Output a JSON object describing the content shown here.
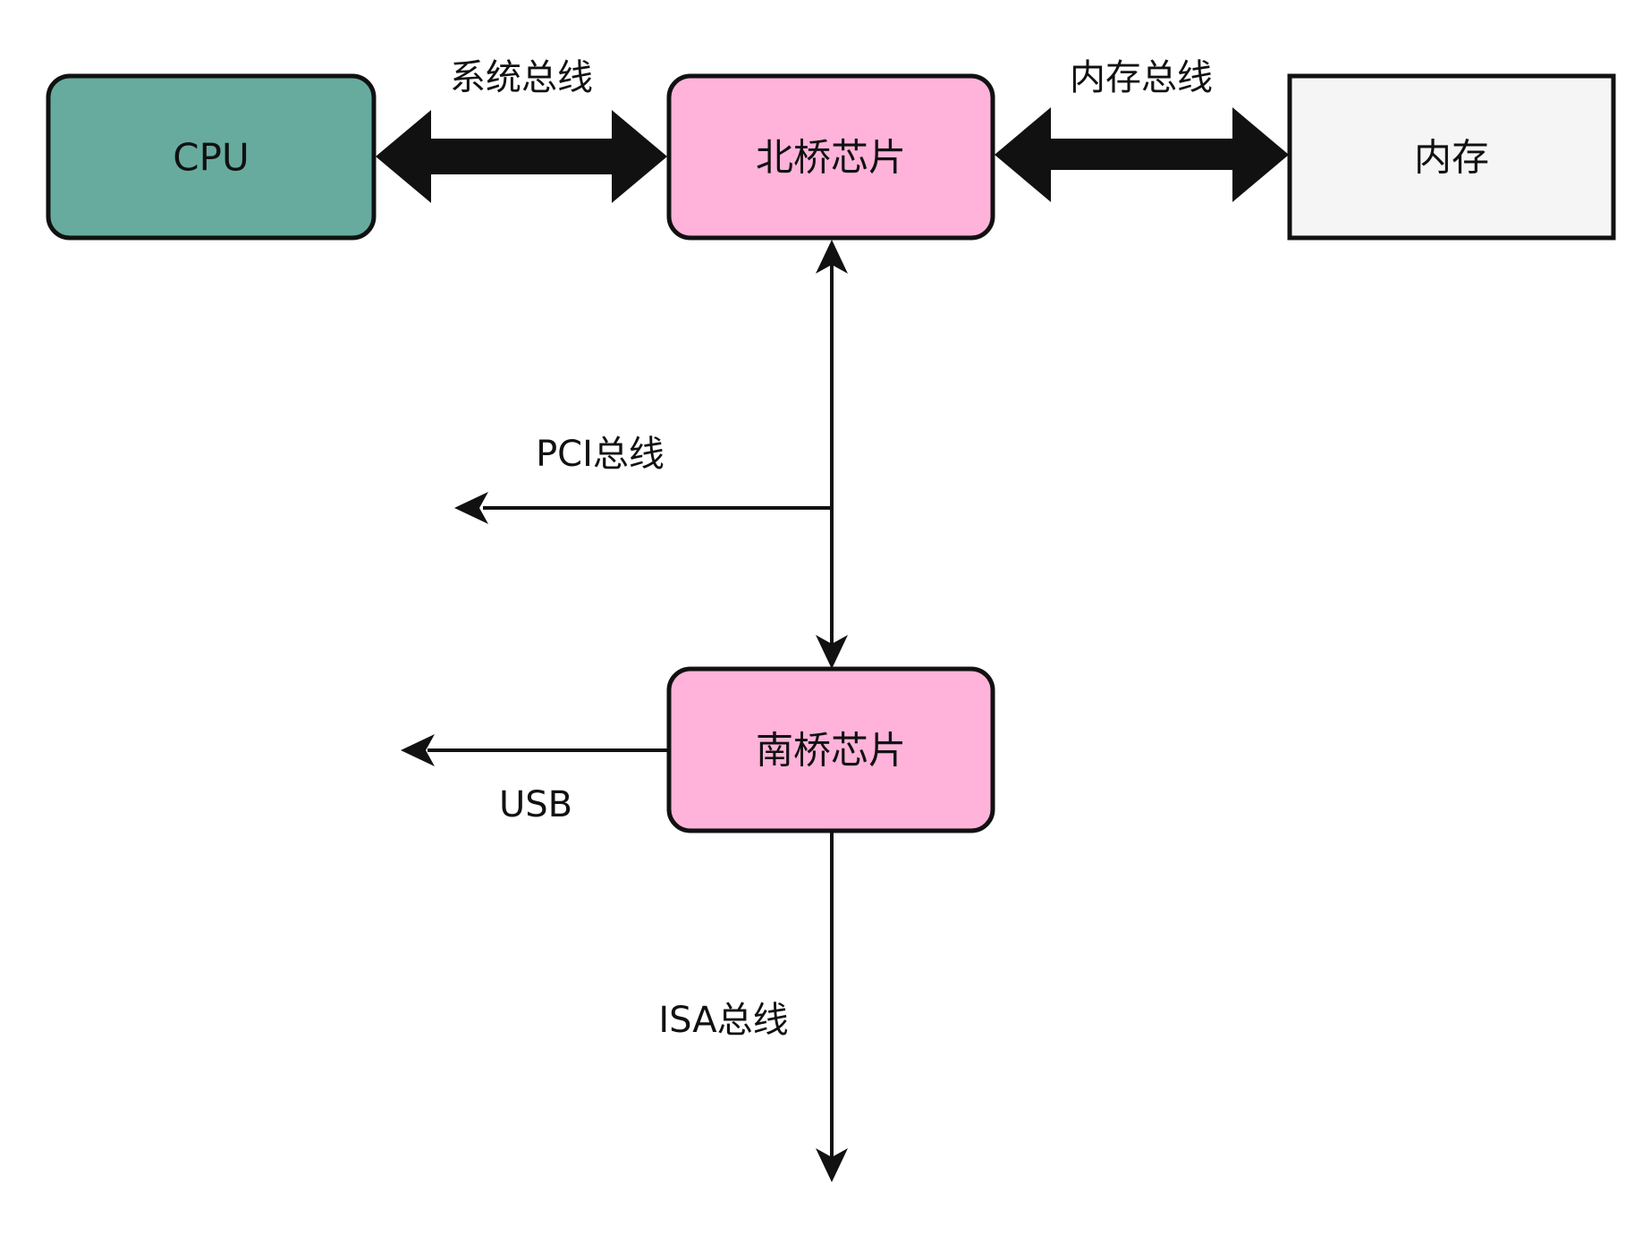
{
  "nodes": {
    "cpu": {
      "label": "CPU",
      "fill": "#67AB9F"
    },
    "northbridge": {
      "label": "北桥芯片",
      "fill": "#FFB3DA"
    },
    "memory": {
      "label": "内存",
      "fill": "#F5F5F5"
    },
    "southbridge": {
      "label": "南桥芯片",
      "fill": "#FFB3DA"
    }
  },
  "edges": {
    "system_bus": "系统总线",
    "memory_bus": "内存总线",
    "pci_bus": "PCI总线",
    "usb": "USB",
    "isa_bus": "ISA总线"
  },
  "colors": {
    "stroke": "#111111",
    "background": "#ffffff"
  }
}
